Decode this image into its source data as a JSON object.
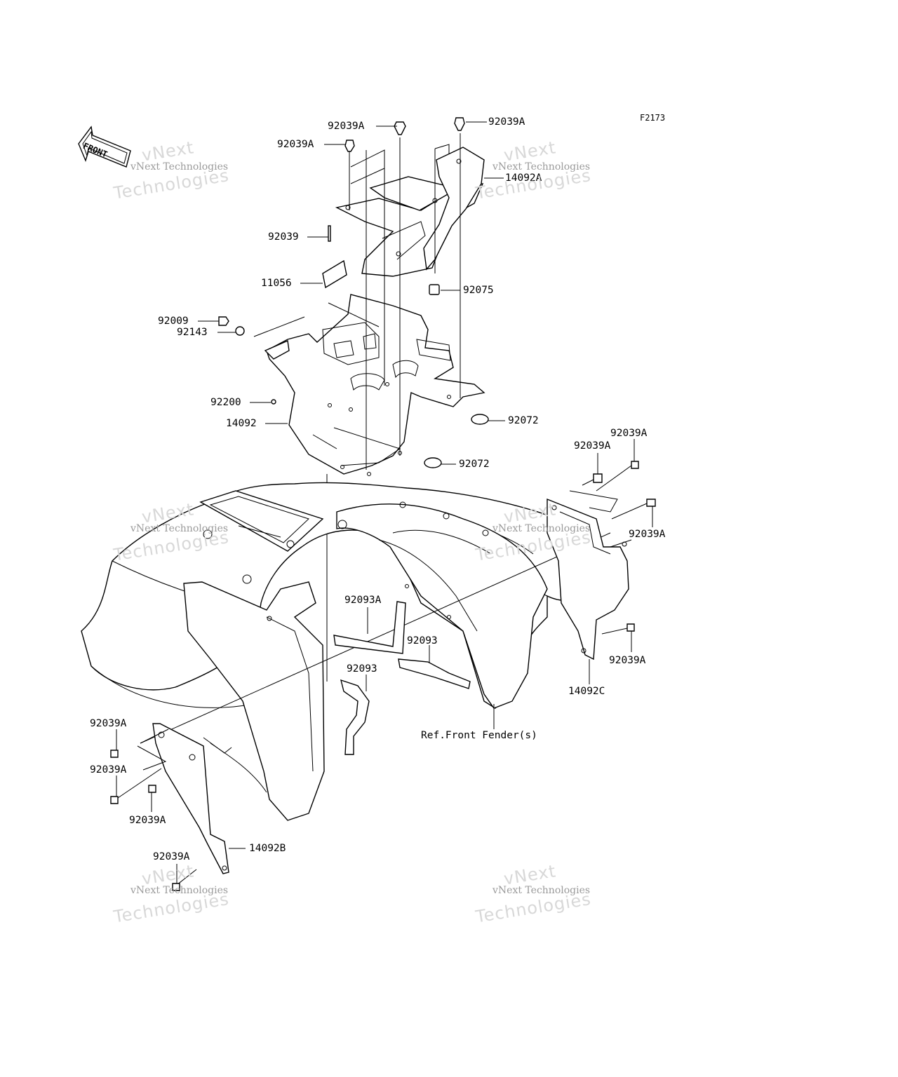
{
  "figure_code": "F2173",
  "front_arrow_label": "FRONT",
  "reference_note": "Ref.Front Fender(s)",
  "watermark": {
    "line1": "vNext Technologies",
    "big_line1": "vNext",
    "big_line2": "Technologies"
  },
  "part_labels": [
    "92039A",
    "92039A",
    "92039A",
    "14092A",
    "92039",
    "11056",
    "92075",
    "92009",
    "92143",
    "92200",
    "14092",
    "92072",
    "92072",
    "92039A",
    "92039A",
    "92039A",
    "92093A",
    "92093",
    "92093",
    "92039A",
    "14092C",
    "92039A",
    "92039A",
    "92039A",
    "14092B",
    "92039A"
  ]
}
